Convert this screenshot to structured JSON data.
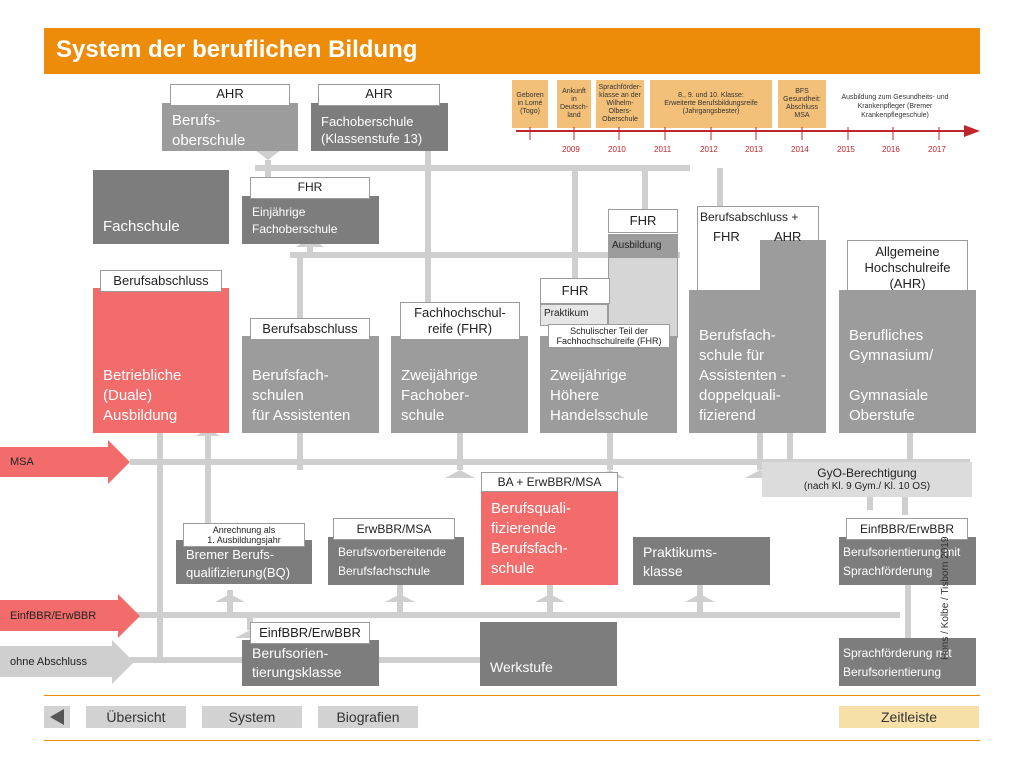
{
  "title": "System der beruflichen Bildung",
  "colors": {
    "accent": "#ec8c09",
    "red": "#f26c6c",
    "gray": "#9c9c9c",
    "darkgray": "#7d7d7d",
    "timeline": "#c0252c"
  },
  "boxes": {
    "berufsoberschule": "Berufs-\noberschule",
    "fachoberschule13": "Fachoberschule\n(Klassenstufe 13)",
    "fachschule": "Fachschule",
    "einjaehrige_fos": "Einjährige\nFachoberschule",
    "duale": "Betriebliche\n(Duale)\nAusbildung",
    "bfs_assist": "Berufsfach-\nschulen\nfür Assistenten",
    "zweij_fos": "Zweijährige\nFachober-\nschule",
    "hhs": "Zweijährige\nHöhere\nHandelsschule",
    "bfs_dq": "Berufsfach-\nschule für\nAssistenten -\ndoppelquali-\nfizierend",
    "gym": "Berufliches\nGymnasium/\n\nGymnasiale\nOberstufe",
    "bq": "Bremer Berufs-\nqualifizierung(BQ)",
    "bvbfs": "Berufsvorbereitende\nBerufsfachschule",
    "bqbfs": "Berufsquali-\nfizierende\nBerufsfach-\nschule",
    "praktikum": "Praktikums-\nklasse",
    "bo_sprach": "Berufsorientierung mit\nSprachförderung",
    "bo_klasse": "Berufsorien-\ntierungsklasse",
    "werkstufe": "Werkstufe",
    "sprach_bo": "Sprachförderung mit\nBerufsorientierung",
    "ausbildung": "Ausbildung",
    "praktikum_small": "Praktikum"
  },
  "labels": {
    "ahr1": "AHR",
    "ahr2": "AHR",
    "fhr_fos": "FHR",
    "fhr_ausb": "FHR",
    "fhr_hhs": "FHR",
    "bfs_plus": "Berufsabschluss +",
    "fhr_dq": "FHR",
    "ahr_dq": "AHR",
    "ahr_gym": "Allgemeine\nHochschulreife\n(AHR)",
    "berufsabschluss1": "Berufsabschluss",
    "berufsabschluss2": "Berufsabschluss",
    "fhr_reife": "Fachhochschul-\nreife (FHR)",
    "schul_teil": "Schulischer Teil der\nFachhochschulreife (FHR)",
    "ba_erw_msa": "BA + ErwBBR/MSA",
    "gyo": "GyO-Berechtigung",
    "gyo_sub": "(nach Kl. 9 Gym./  Kl. 10 OS)",
    "anrechnung": "Anrechnung als\n1. Ausbildungsjahr",
    "erw_msa": "ErwBBR/MSA",
    "einf_erw1": "EinfBBR/ErwBBR",
    "einf_erw2": "EinfBBR/ErwBBR"
  },
  "side": {
    "msa": "MSA",
    "einf": "EinfBBR/ErwBBR",
    "ohne": "ohne Abschluss"
  },
  "timeline": {
    "events": [
      "Geboren\nin Lomé\n(Togo)",
      "Ankunft\nin\nDeutsch-\nland",
      "Sprachförder-\nklasse an der\nWilhelm-\nOlbers-\nOberschule",
      "8., 9. und 10. Klasse:\nErweiterte Berufsbildungsreife\n(Jahrgangsbester)",
      "BFS\nGesundheit:\nAbschluss\nMSA",
      "Ausbildung zum Gesundheits- und\nKrankenpfleger (Bremer\nKrankenpflegeschule)"
    ],
    "years": [
      "2009",
      "2010",
      "2011",
      "2012",
      "2013",
      "2014",
      "2015",
      "2016",
      "2017"
    ]
  },
  "nav": {
    "uebersicht": "Übersicht",
    "system": "System",
    "biografien": "Biografien",
    "zeitleiste": "Zeitleiste"
  },
  "credit": "Hons / Kolbe / Tisborn 2019"
}
